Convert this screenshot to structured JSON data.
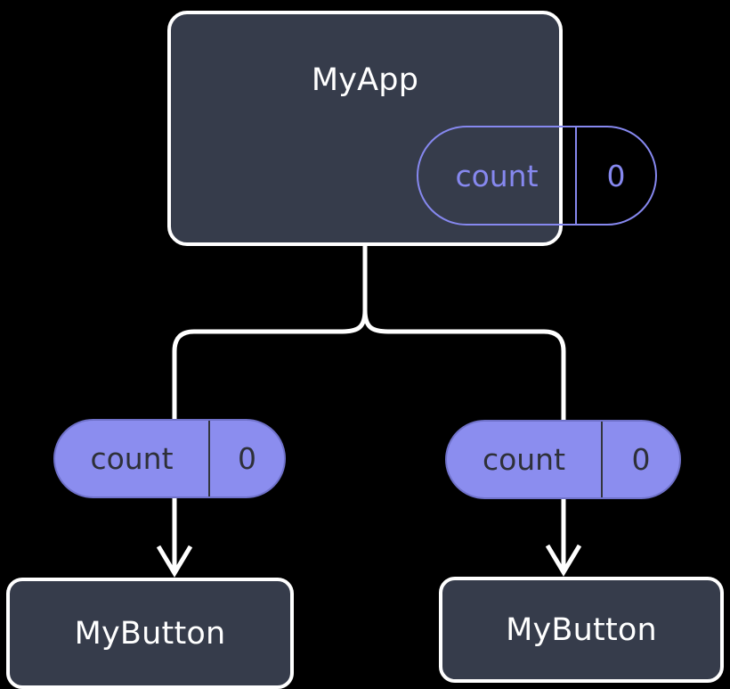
{
  "diagram": {
    "type": "component-tree",
    "background_color": "#000000",
    "palette": {
      "component_fill": "#363c4b",
      "component_stroke": "#ffffff",
      "component_text": "#ffffff",
      "state_pill_accent": "#8688ef",
      "prop_pill_fill": "#8b8def",
      "prop_pill_text": "#2e3038",
      "connector": "#ffffff"
    },
    "root": {
      "label": "MyApp",
      "state": {
        "key": "count",
        "value": "0"
      }
    },
    "children": [
      {
        "label": "MyButton",
        "prop": {
          "key": "count",
          "value": "0"
        }
      },
      {
        "label": "MyButton",
        "prop": {
          "key": "count",
          "value": "0"
        }
      }
    ]
  }
}
